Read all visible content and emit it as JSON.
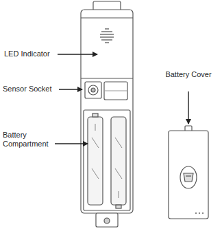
{
  "diagram": {
    "labels": [
      "LED Indicator",
      "Sensor Socket",
      "Battery Compartment",
      "Battery Cover"
    ]
  }
}
